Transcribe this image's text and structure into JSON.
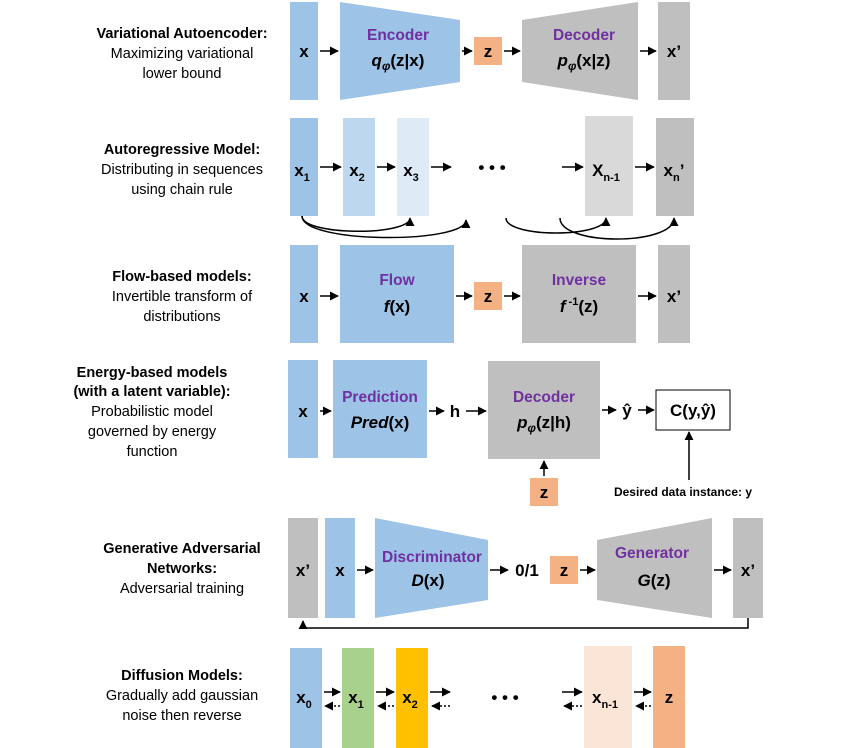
{
  "colors": {
    "input_blue": "#9dc3e6",
    "light_blue": "#bdd7ee",
    "lighter_blue": "#deebf7",
    "gray": "#bfbfbf",
    "light_gray": "#d9d9d9",
    "latent_orange": "#f4b183",
    "light_orange": "#fbe5d6",
    "green": "#a9d18e",
    "gold": "#ffc000",
    "purple": "#7030a0"
  },
  "vae": {
    "title": "Variational Autoencoder:",
    "desc": [
      "Maximizing variational",
      "lower bound"
    ],
    "x": "x",
    "encoder": "Encoder",
    "encoder_fn": "q",
    "encoder_sub": "φ",
    "encoder_arg": "(z|x)",
    "z": "z",
    "decoder": "Decoder",
    "decoder_fn": "p",
    "decoder_sub": "φ",
    "decoder_arg": "(x|z)",
    "out": "x’"
  },
  "ar": {
    "title": "Autoregressive Model:",
    "desc": [
      "Distributing in sequences",
      "using chain rule"
    ],
    "x1_base": "x",
    "x1_sub": "1",
    "x2_base": "x",
    "x2_sub": "2",
    "x3_base": "x",
    "x3_sub": "3",
    "dots": "•     •     •",
    "xn1_base": "X",
    "xn1_sub": "n-1",
    "xn_base": "x",
    "xn_sub": "n",
    "xn_prime": "’"
  },
  "flow": {
    "title": "Flow-based models:",
    "desc": [
      "Invertible transform of",
      "distributions"
    ],
    "x": "x",
    "flow_label": "Flow",
    "flow_fn": "f",
    "flow_arg": "(x)",
    "z": "z",
    "inverse_label": "Inverse",
    "inverse_fn": "f",
    "inverse_sup": " -1",
    "inverse_arg": "(z)",
    "out": "x’"
  },
  "ebm": {
    "title": [
      "Energy-based models",
      "(with a latent variable):"
    ],
    "desc": [
      "Probabilistic model",
      "governed by energy",
      "function"
    ],
    "x": "x",
    "pred_label": "Prediction",
    "pred_fn": "Pred",
    "pred_arg": "(x)",
    "h": "h",
    "decoder": "Decoder",
    "decoder_fn": "p",
    "decoder_sub": "φ",
    "decoder_arg": "(z|h)",
    "yhat": "ŷ",
    "cost": "C(y,ŷ)",
    "z": "z",
    "desired": "Desired data instance: y"
  },
  "gan": {
    "title": [
      "Generative Adversarial",
      "Networks:"
    ],
    "desc": [
      "Adversarial training"
    ],
    "xprime_in": "x’",
    "x": "x",
    "disc_label": "Discriminator",
    "disc_fn": "D",
    "disc_arg": "(x)",
    "binary": "0/1",
    "z": "z",
    "gen_label": "Generator",
    "gen_fn": "G",
    "gen_arg": "(z)",
    "out": "x’"
  },
  "diff": {
    "title": "Diffusion Models:",
    "desc": [
      "Gradually add gaussian",
      "noise then reverse"
    ],
    "x0_base": "x",
    "x0_sub": "0",
    "x1_base": "x",
    "x1_sub": "1",
    "x2_base": "x",
    "x2_sub": "2",
    "dots": "•     •     •",
    "xn1_base": "x",
    "xn1_sub": "n-1",
    "z": "z"
  }
}
